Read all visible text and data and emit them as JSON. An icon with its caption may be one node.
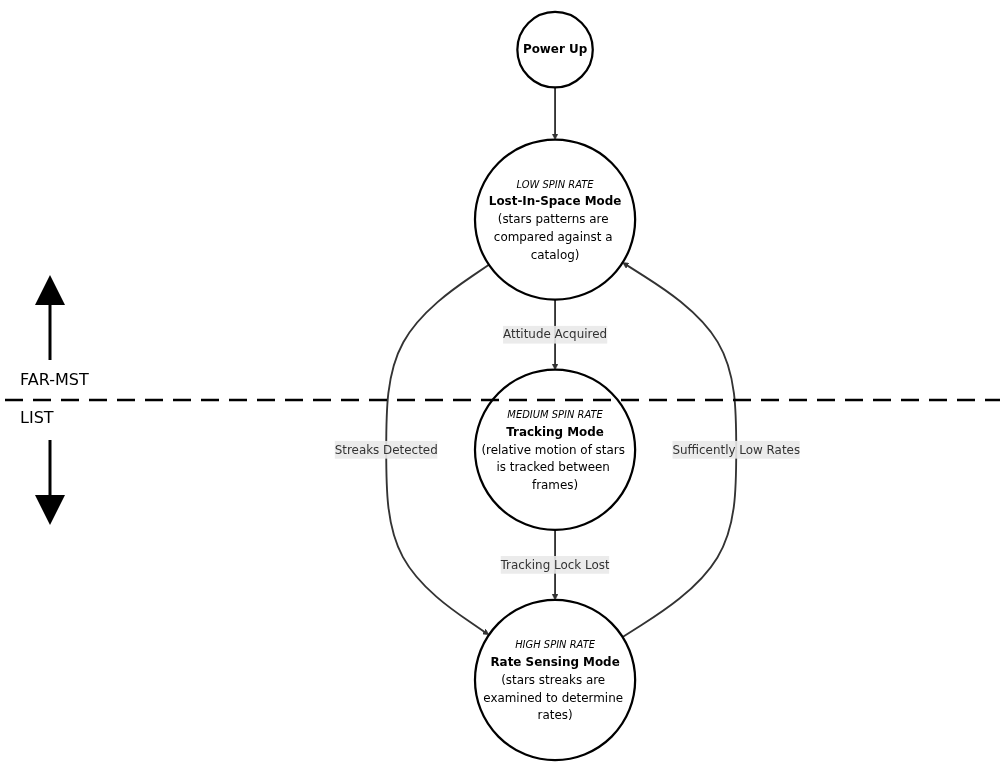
{
  "diagram": {
    "nodes": [
      {
        "text": [
          "Power Up"
        ]
      },
      {
        "text": [
          "LOW SPIN RATE",
          "Lost-In-Space Mode",
          "(stars patterns are compared against a catalog)"
        ]
      },
      {
        "text": [
          "HIGH SPIN RATE",
          "Rate Sensing Mode",
          "(stars streaks are examined to determine rates)"
        ]
      },
      {
        "text": [
          "MEDIUM SPIN RATE",
          "Tracking Mode",
          "(relative motion of stars is tracked between frames)"
        ]
      }
    ],
    "edges": [
      {
        "from": 0,
        "to": 1,
        "arrow": "to"
      },
      {
        "from": 2,
        "to": 1,
        "label": "Sufficently Low Rates",
        "arrow": "to"
      },
      {
        "from": 1,
        "to": 2,
        "label": "Streaks Detected",
        "arrow": "to"
      },
      {
        "from": 1,
        "to": 3,
        "label": "Attitude Acquired",
        "arrow": "to"
      },
      {
        "from": 3,
        "to": 2,
        "label": "Tracking Lock Lost",
        "arrow": "to"
      }
    ],
    "labels": [
      "FAR-MST",
      "LIST"
    ]
  }
}
